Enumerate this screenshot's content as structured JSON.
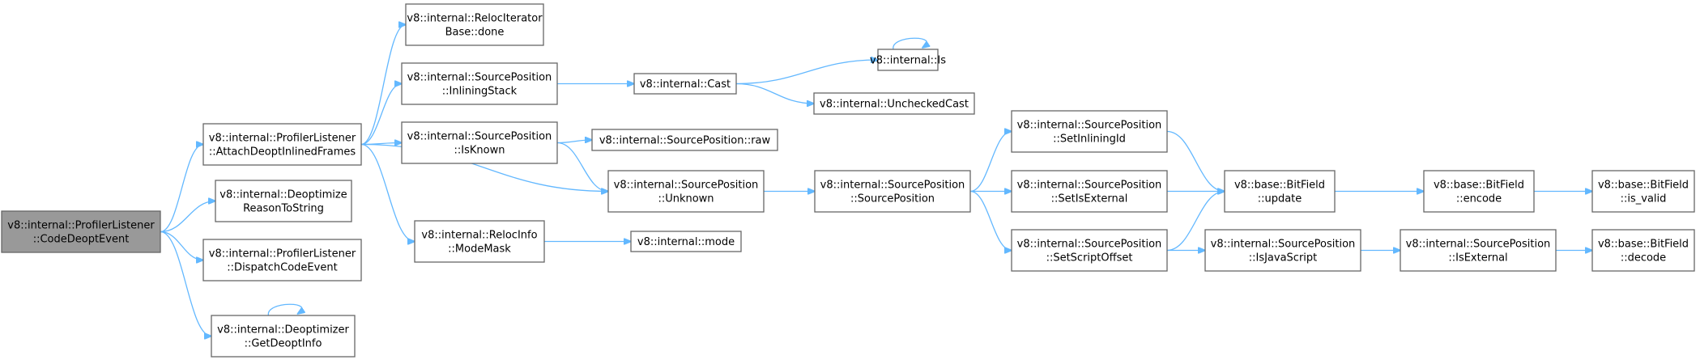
{
  "graph": {
    "nodes": [
      {
        "id": "codedeopt",
        "lines": [
          "v8::internal::ProfilerListener",
          "::CodeDeoptEvent"
        ],
        "root": true
      },
      {
        "id": "attach",
        "lines": [
          "v8::internal::ProfilerListener",
          "::AttachDeoptInlinedFrames"
        ]
      },
      {
        "id": "deoptreason",
        "lines": [
          "v8::internal::Deoptimize",
          "ReasonToString"
        ]
      },
      {
        "id": "dispatch",
        "lines": [
          "v8::internal::ProfilerListener",
          "::DispatchCodeEvent"
        ]
      },
      {
        "id": "getdeoptinfo",
        "lines": [
          "v8::internal::Deoptimizer",
          "::GetDeoptInfo"
        ]
      },
      {
        "id": "relocdone",
        "lines": [
          "v8::internal::RelocIterator",
          "Base::done"
        ]
      },
      {
        "id": "inliningstack",
        "lines": [
          "v8::internal::SourcePosition",
          "::InliningStack"
        ]
      },
      {
        "id": "isknown",
        "lines": [
          "v8::internal::SourcePosition",
          "::IsKnown"
        ]
      },
      {
        "id": "modemask",
        "lines": [
          "v8::internal::RelocInfo",
          "::ModeMask"
        ]
      },
      {
        "id": "cast",
        "lines": [
          "v8::internal::Cast"
        ]
      },
      {
        "id": "raw",
        "lines": [
          "v8::internal::SourcePosition::raw"
        ]
      },
      {
        "id": "unknown",
        "lines": [
          "v8::internal::SourcePosition",
          "::Unknown"
        ]
      },
      {
        "id": "mode",
        "lines": [
          "v8::internal::mode"
        ]
      },
      {
        "id": "is",
        "lines": [
          "v8::internal::Is"
        ]
      },
      {
        "id": "uncheckedcast",
        "lines": [
          "v8::internal::UncheckedCast"
        ]
      },
      {
        "id": "sourceposition",
        "lines": [
          "v8::internal::SourcePosition",
          "::SourcePosition"
        ]
      },
      {
        "id": "setinliningid",
        "lines": [
          "v8::internal::SourcePosition",
          "::SetInliningId"
        ]
      },
      {
        "id": "setisexternal",
        "lines": [
          "v8::internal::SourcePosition",
          "::SetIsExternal"
        ]
      },
      {
        "id": "setscriptoffset",
        "lines": [
          "v8::internal::SourcePosition",
          "::SetScriptOffset"
        ]
      },
      {
        "id": "bitupdate",
        "lines": [
          "v8::base::BitField",
          "::update"
        ]
      },
      {
        "id": "isjavascript",
        "lines": [
          "v8::internal::SourcePosition",
          "::IsJavaScript"
        ]
      },
      {
        "id": "encode",
        "lines": [
          "v8::base::BitField",
          "::encode"
        ]
      },
      {
        "id": "isexternal",
        "lines": [
          "v8::internal::SourcePosition",
          "::IsExternal"
        ]
      },
      {
        "id": "isvalid",
        "lines": [
          "v8::base::BitField",
          "::is_valid"
        ]
      },
      {
        "id": "decode",
        "lines": [
          "v8::base::BitField",
          "::decode"
        ]
      }
    ],
    "edges": [
      [
        "codedeopt",
        "attach"
      ],
      [
        "codedeopt",
        "deoptreason"
      ],
      [
        "codedeopt",
        "dispatch"
      ],
      [
        "codedeopt",
        "getdeoptinfo"
      ],
      [
        "attach",
        "relocdone"
      ],
      [
        "attach",
        "inliningstack"
      ],
      [
        "attach",
        "isknown"
      ],
      [
        "attach",
        "unknown"
      ],
      [
        "attach",
        "modemask"
      ],
      [
        "getdeoptinfo",
        "getdeoptinfo"
      ],
      [
        "inliningstack",
        "cast"
      ],
      [
        "cast",
        "is"
      ],
      [
        "cast",
        "uncheckedcast"
      ],
      [
        "is",
        "is"
      ],
      [
        "isknown",
        "raw"
      ],
      [
        "isknown",
        "unknown"
      ],
      [
        "unknown",
        "sourceposition"
      ],
      [
        "modemask",
        "mode"
      ],
      [
        "sourceposition",
        "setinliningid"
      ],
      [
        "sourceposition",
        "setisexternal"
      ],
      [
        "sourceposition",
        "setscriptoffset"
      ],
      [
        "setinliningid",
        "bitupdate"
      ],
      [
        "setisexternal",
        "bitupdate"
      ],
      [
        "setscriptoffset",
        "bitupdate"
      ],
      [
        "setscriptoffset",
        "isjavascript"
      ],
      [
        "bitupdate",
        "encode"
      ],
      [
        "encode",
        "isvalid"
      ],
      [
        "isjavascript",
        "isexternal"
      ],
      [
        "isexternal",
        "decode"
      ]
    ]
  }
}
